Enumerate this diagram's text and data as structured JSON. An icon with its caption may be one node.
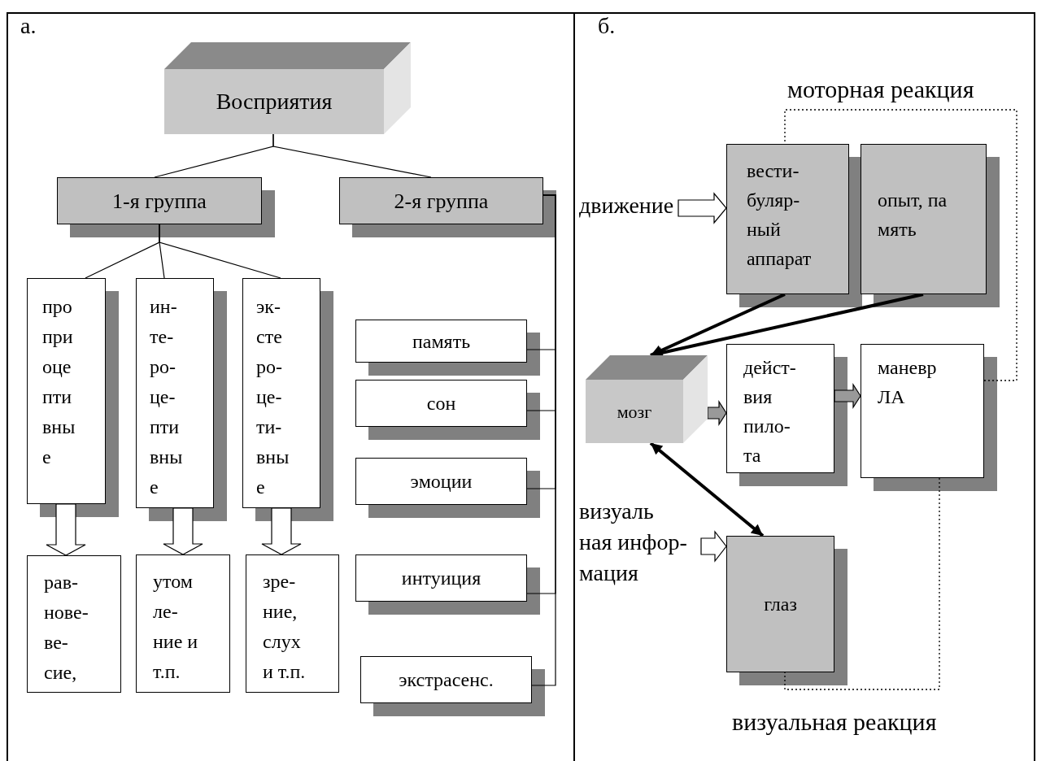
{
  "diagram": {
    "nodes": [
      {
        "text": [
          "Восприятия"
        ]
      },
      {
        "text": [
          "1-я группа"
        ]
      },
      {
        "text": [
          "2-я группа"
        ]
      },
      {
        "text": [
          "про при оце пти вны е"
        ]
      },
      {
        "text": [
          "ин- те- ро- це- пти вны е"
        ]
      },
      {
        "text": [
          "эк- сте ро- це- ти- вны е"
        ]
      },
      {
        "text": [
          "память"
        ]
      },
      {
        "text": [
          "сон"
        ]
      },
      {
        "text": [
          "эмоции"
        ]
      },
      {
        "text": [
          "интуиция"
        ]
      },
      {
        "text": [
          "экстрасенс."
        ]
      },
      {
        "text": [
          "рав- нове- ве- сие,"
        ]
      },
      {
        "text": [
          "утом ле- ние и т.п."
        ]
      },
      {
        "text": [
          "зре- ние, слух и т.п."
        ]
      },
      {
        "text": [
          "движение"
        ]
      },
      {
        "text": [
          "вести- буляр- ный аппарат"
        ]
      },
      {
        "text": [
          "опыт, па мять"
        ]
      },
      {
        "text": [
          "мозг"
        ]
      },
      {
        "text": [
          "дейст- вия пило- та"
        ]
      },
      {
        "text": [
          "маневр ЛА"
        ]
      },
      {
        "text": [
          "визуаль ная инфор- мация"
        ]
      },
      {
        "text": [
          "глаз"
        ]
      }
    ],
    "edges": [
      {
        "from": 0,
        "to": 1,
        "arrow": "none"
      },
      {
        "from": 0,
        "to": 2,
        "arrow": "none"
      },
      {
        "from": 1,
        "to": 3,
        "arrow": "none"
      },
      {
        "from": 1,
        "to": 4,
        "arrow": "none"
      },
      {
        "from": 1,
        "to": 5,
        "arrow": "none"
      },
      {
        "from": 2,
        "to": 6,
        "arrow": "none"
      },
      {
        "from": 2,
        "to": 7,
        "arrow": "none"
      },
      {
        "from": 2,
        "to": 8,
        "arrow": "none"
      },
      {
        "from": 2,
        "to": 9,
        "arrow": "none"
      },
      {
        "from": 2,
        "to": 10,
        "arrow": "none"
      },
      {
        "from": 3,
        "to": 11,
        "arrow": "to"
      },
      {
        "from": 4,
        "to": 12,
        "arrow": "to"
      },
      {
        "from": 5,
        "to": 13,
        "arrow": "to"
      },
      {
        "from": 14,
        "to": 15,
        "arrow": "to"
      },
      {
        "from": 15,
        "to": 17,
        "arrow": "to",
        "style": "thick"
      },
      {
        "from": 16,
        "to": 17,
        "arrow": "to",
        "style": "thick"
      },
      {
        "from": 17,
        "to": 21,
        "arrow": "both",
        "style": "thick"
      },
      {
        "from": 17,
        "to": 18,
        "arrow": "to",
        "color": "#999999"
      },
      {
        "from": 18,
        "to": 19,
        "arrow": "to",
        "color": "#999999"
      },
      {
        "from": 20,
        "to": 21,
        "arrow": "to"
      },
      {
        "from": 19,
        "to": 15,
        "arrow": "none",
        "style": "dashed",
        "label": "моторная реакция"
      },
      {
        "from": 19,
        "to": 21,
        "arrow": "none",
        "style": "dashed",
        "label": "визуальная реакция"
      }
    ],
    "labels": [
      "а.",
      "б."
    ]
  }
}
